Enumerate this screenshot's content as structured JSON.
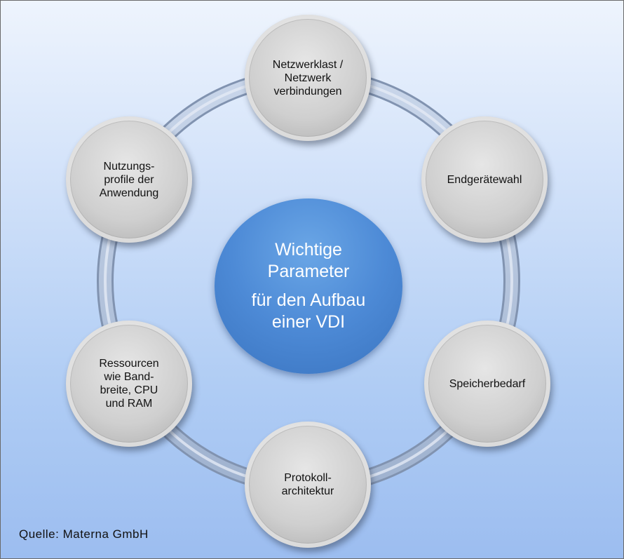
{
  "center": {
    "line_a": "Wichtige\nParameter",
    "line_b": "für den Aufbau\neiner VDI"
  },
  "nodes": [
    {
      "label": "Netzwerklast /\nNetzwerk\nverbindungen"
    },
    {
      "label": "Endgerätewahl"
    },
    {
      "label": "Speicherbedarf"
    },
    {
      "label": "Protokoll-\narchitektur"
    },
    {
      "label": "Ressourcen\nwie Band-\nbreite, CPU\nund RAM"
    },
    {
      "label": "Nutzungs-\nprofile der\nAnwendung"
    }
  ],
  "source": "Quelle: Materna GmbH"
}
